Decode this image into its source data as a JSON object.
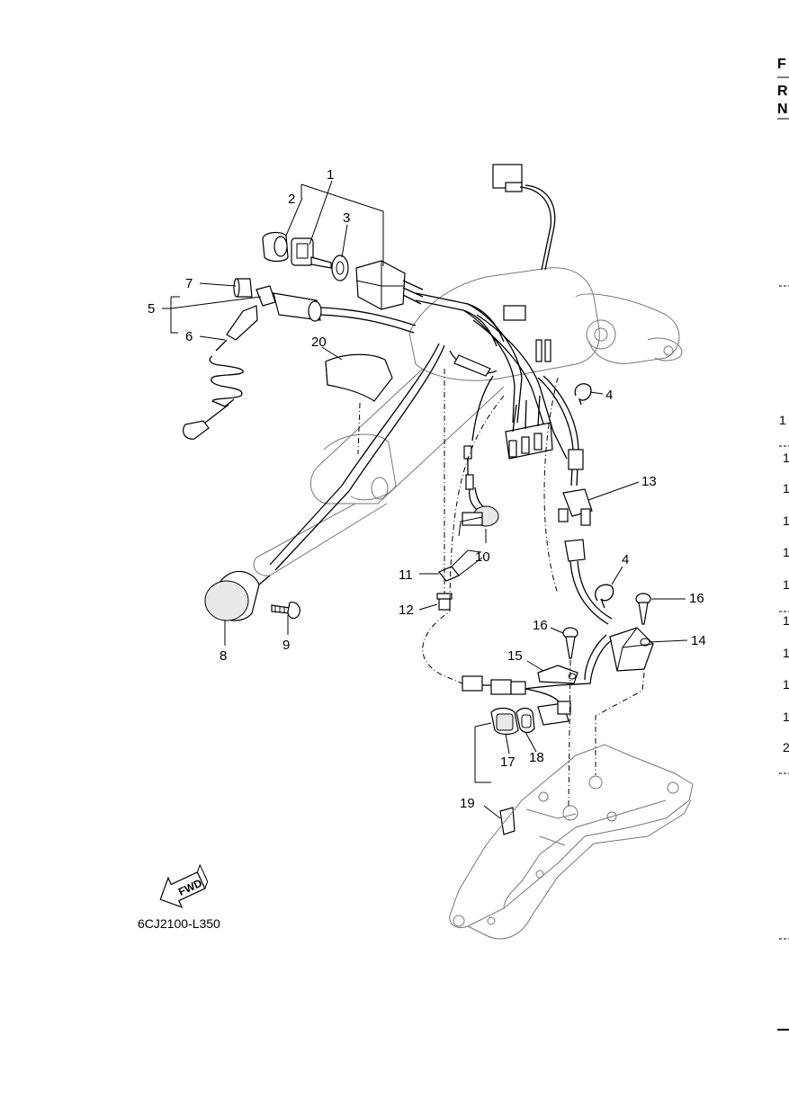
{
  "figure_code": "6CJ2100-L350",
  "fwd_label": "FWD",
  "callouts": [
    {
      "id": "c1",
      "label": "1"
    },
    {
      "id": "c2",
      "label": "2"
    },
    {
      "id": "c3",
      "label": "3"
    },
    {
      "id": "c4a",
      "label": "4"
    },
    {
      "id": "c4b",
      "label": "4"
    },
    {
      "id": "c5",
      "label": "5"
    },
    {
      "id": "c6",
      "label": "6"
    },
    {
      "id": "c7",
      "label": "7"
    },
    {
      "id": "c8",
      "label": "8"
    },
    {
      "id": "c9",
      "label": "9"
    },
    {
      "id": "c10",
      "label": "10"
    },
    {
      "id": "c11",
      "label": "11"
    },
    {
      "id": "c12",
      "label": "12"
    },
    {
      "id": "c13",
      "label": "13"
    },
    {
      "id": "c14",
      "label": "14"
    },
    {
      "id": "c15",
      "label": "15"
    },
    {
      "id": "c16a",
      "label": "16"
    },
    {
      "id": "c16b",
      "label": "16"
    },
    {
      "id": "c17",
      "label": "17"
    },
    {
      "id": "c18",
      "label": "18"
    },
    {
      "id": "c19",
      "label": "19"
    },
    {
      "id": "c20",
      "label": "20"
    }
  ],
  "right_edge": {
    "header": [
      "F",
      "R",
      "N"
    ],
    "numbers": [
      "1",
      "1",
      "1",
      "1",
      "1",
      "1",
      "1",
      "1",
      "1",
      "1",
      "2"
    ]
  }
}
